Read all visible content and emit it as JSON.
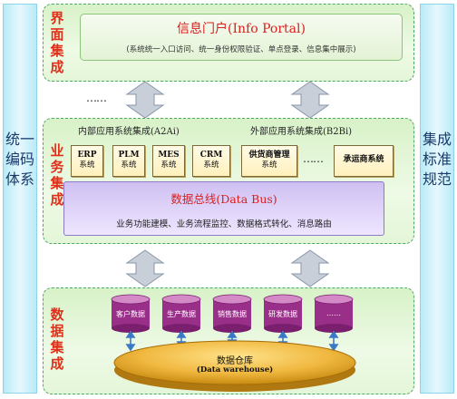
{
  "left_bar": {
    "label": "统一编码体系"
  },
  "right_bar": {
    "label": "集成标准规范"
  },
  "interface_section": {
    "label": "界面集成",
    "portal_title": "信息门户(Info Portal)",
    "portal_desc": "(系统统一入口访问、统一身份权限验证、单点登录、信息集中展示)"
  },
  "ellipsis_top": "……",
  "business_section": {
    "label": "业务集成",
    "internal_title": "内部应用系统集成(A2Ai)",
    "external_title": "外部应用系统集成(B2Bi)",
    "internal_modules": [
      {
        "name": "ERP",
        "sub": "系统"
      },
      {
        "name": "PLM",
        "sub": "系统"
      },
      {
        "name": "MES",
        "sub": "系统"
      },
      {
        "name": "CRM",
        "sub": "系统"
      }
    ],
    "external_modules": [
      {
        "name": "供货商管理",
        "sub": "系统"
      },
      {
        "name": "承运商系统",
        "sub": ""
      }
    ],
    "ellipsis": "……",
    "bus_title": "数据总线(Data Bus)",
    "bus_desc": "业务功能建模、业务流程监控、数据格式转化、消息路由"
  },
  "data_section": {
    "label": "数据集成",
    "sources": [
      "客户数据",
      "生产数据",
      "销售数据",
      "研发数据",
      "……"
    ],
    "warehouse_title": "数据仓库",
    "warehouse_sub": "(Data warehouse)"
  },
  "colors": {
    "section_label": "#e0301a",
    "title_red": "#d82020",
    "db_purple": "#9a2f8a",
    "arrow_blue": "#3a78c8"
  }
}
